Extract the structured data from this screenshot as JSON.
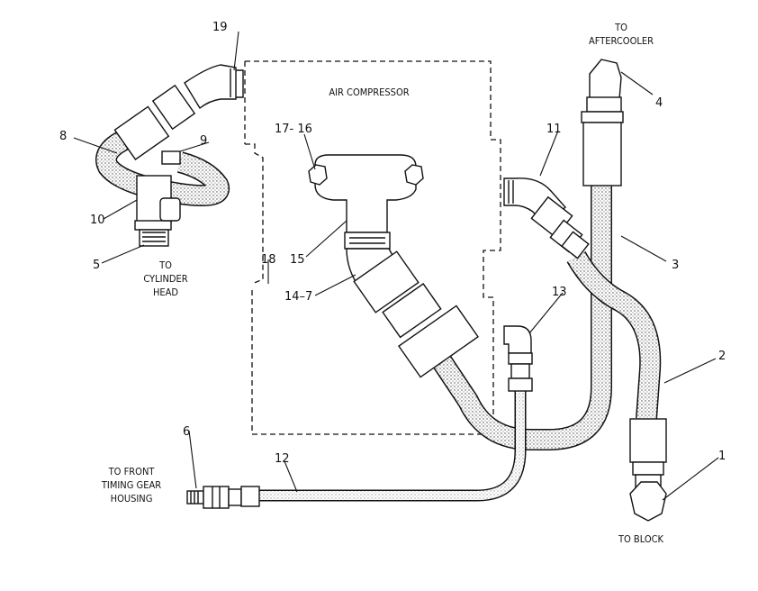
{
  "labels": {
    "to_aftercooler": [
      "TO",
      "AFTERCOOLER"
    ],
    "air_compressor": "AIR COMPRESSOR",
    "to_cylinder_head": [
      "TO",
      "CYLINDER",
      "HEAD"
    ],
    "to_front_timing_gear_housing": [
      "TO FRONT",
      "TIMING GEAR",
      "HOUSING"
    ],
    "to_block": "TO BLOCK"
  },
  "callouts": {
    "c1": "1",
    "c2": "2",
    "c3": "3",
    "c4": "4",
    "c5": "5",
    "c6": "6",
    "c8": "8",
    "c9": "9",
    "c10": "10",
    "c11": "11",
    "c12": "12",
    "c13": "13",
    "c14_7": "14–7",
    "c15": "15",
    "c17_16": "17- 16",
    "c18": "18",
    "c19": "19"
  }
}
